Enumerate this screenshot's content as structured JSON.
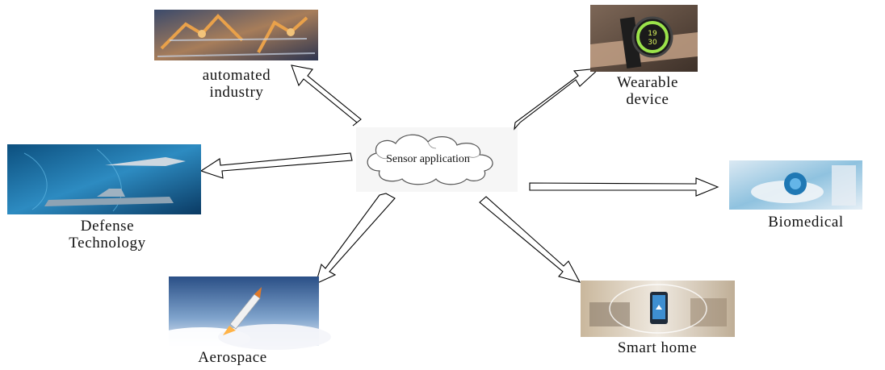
{
  "diagram": {
    "center_label": "Sensor application",
    "nodes": [
      {
        "id": "industry",
        "label": "automated\nindustry",
        "icon": "factory-robot-arms-image"
      },
      {
        "id": "wearable",
        "label": "Wearable\ndevice",
        "icon": "smartwatch-image"
      },
      {
        "id": "defense",
        "label": "Defense\nTechnology",
        "icon": "fighter-jet-and-warship-image"
      },
      {
        "id": "biomedical",
        "label": "Biomedical",
        "icon": "medical-hands-image"
      },
      {
        "id": "aerospace",
        "label": "Aerospace",
        "icon": "rocket-launch-image"
      },
      {
        "id": "smarthome",
        "label": "Smart home",
        "icon": "smart-home-phone-image"
      }
    ],
    "colors": {
      "arrow_fill": "#ffffff",
      "arrow_stroke": "#000000",
      "cloud_fill": "#f6f6f6"
    }
  }
}
